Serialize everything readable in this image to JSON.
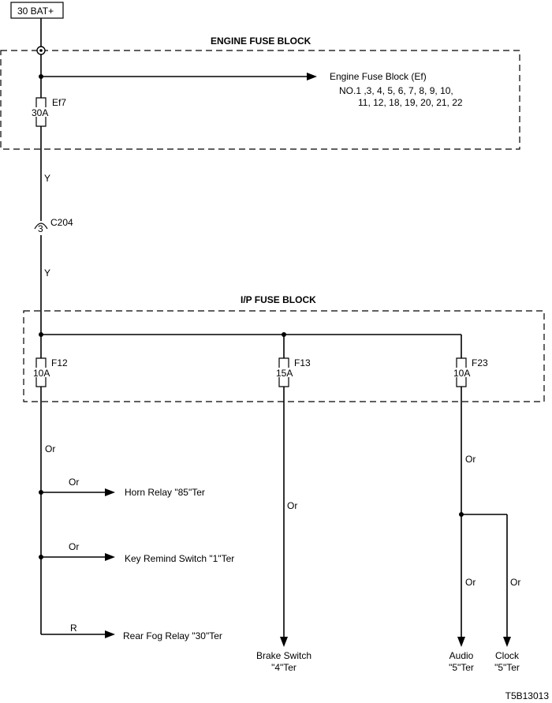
{
  "battery": {
    "label": "30  BAT+"
  },
  "engine_block": {
    "title": "ENGINE FUSE BLOCK",
    "output_label": "Engine Fuse Block (Ef)",
    "output_line1": "NO.1 ,3, 4, 5, 6, 7, 8, 9, 10,",
    "output_line2": "11, 12, 18, 19, 20, 21, 22",
    "fuse_name": "Ef7",
    "fuse_rating": "30A"
  },
  "connector": {
    "name": "C204",
    "pin": "3"
  },
  "wire_colors": {
    "y_upper": "Y",
    "y_lower": "Y"
  },
  "ip_block": {
    "title": "I/P FUSE BLOCK",
    "fuses": [
      {
        "name": "F12",
        "rating": "10A"
      },
      {
        "name": "F13",
        "rating": "15A"
      },
      {
        "name": "F23",
        "rating": "10A"
      }
    ]
  },
  "f12_branch": {
    "wire_main": "Or",
    "loads": [
      {
        "wire": "Or",
        "label": "Horn Relay \"85\"Ter"
      },
      {
        "wire": "Or",
        "label": "Key Remind Switch \"1\"Ter"
      },
      {
        "wire": "R",
        "label": "Rear Fog Relay \"30\"Ter"
      }
    ]
  },
  "f13_branch": {
    "wire": "Or",
    "label_line1": "Brake Switch",
    "label_line2": "\"4\"Ter"
  },
  "f23_branch": {
    "wire_main": "Or",
    "audio": {
      "wire": "Or",
      "label_line1": "Audio",
      "label_line2": "\"5\"Ter"
    },
    "clock": {
      "wire": "Or",
      "label_line1": "Clock",
      "label_line2": "\"5\"Ter"
    }
  },
  "figure_id": "T5B13013"
}
